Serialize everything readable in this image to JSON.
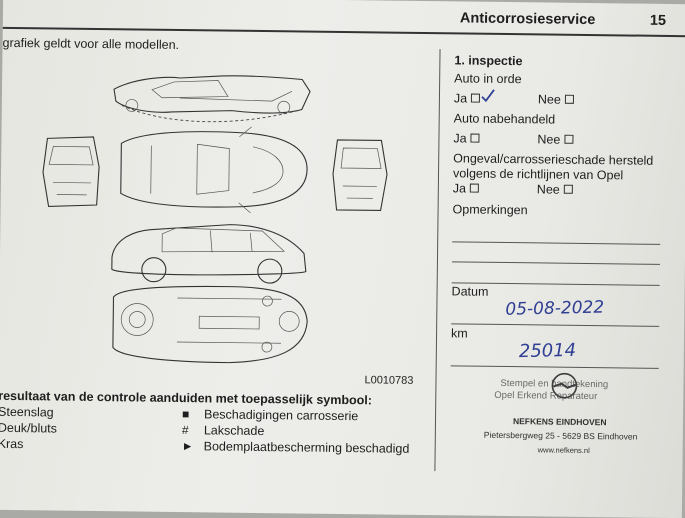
{
  "header": {
    "title": "Anticorrosieservice",
    "page_number": "15"
  },
  "intro_text": "grafiek geldt voor alle modellen.",
  "diagram_code": "L0010783",
  "inspection": {
    "heading": "1. inspectie",
    "q1": {
      "label": "Auto in orde",
      "yes": "Ja",
      "no": "Nee"
    },
    "q2": {
      "label": "Auto nabehandeld",
      "yes": "Ja",
      "no": "Nee"
    },
    "q3": {
      "label_line1": "Ongeval/carrosserieschade hersteld",
      "label_line2": "volgens de richtlijnen van Opel",
      "yes": "Ja",
      "no": "Nee"
    },
    "remarks_label": "Opmerkingen",
    "date_label": "Datum",
    "date_value": "05-08-2022",
    "km_label": "km",
    "km_value": "25014",
    "stamp_line1": "Stempel en handtekening",
    "stamp_line2": "Opel Erkend Reparateur"
  },
  "dealer": {
    "name": "NEFKENS EINDHOVEN",
    "address": "Pietersbergweg 25 - 5629 BS  Eindhoven",
    "web": "www.nefkens.nl"
  },
  "legend": {
    "heading": "resultaat van de controle aanduiden met toepasselijk symbool:",
    "items_left": [
      "Steenslag",
      "Deuk/bluts",
      "Kras"
    ],
    "items_right": [
      {
        "symbol": "■",
        "label": "Beschadigingen carrosserie"
      },
      {
        "symbol": "#",
        "label": "Lakschade"
      },
      {
        "symbol": "►",
        "label": "Bodemplaatbescherming beschadigd"
      }
    ]
  }
}
